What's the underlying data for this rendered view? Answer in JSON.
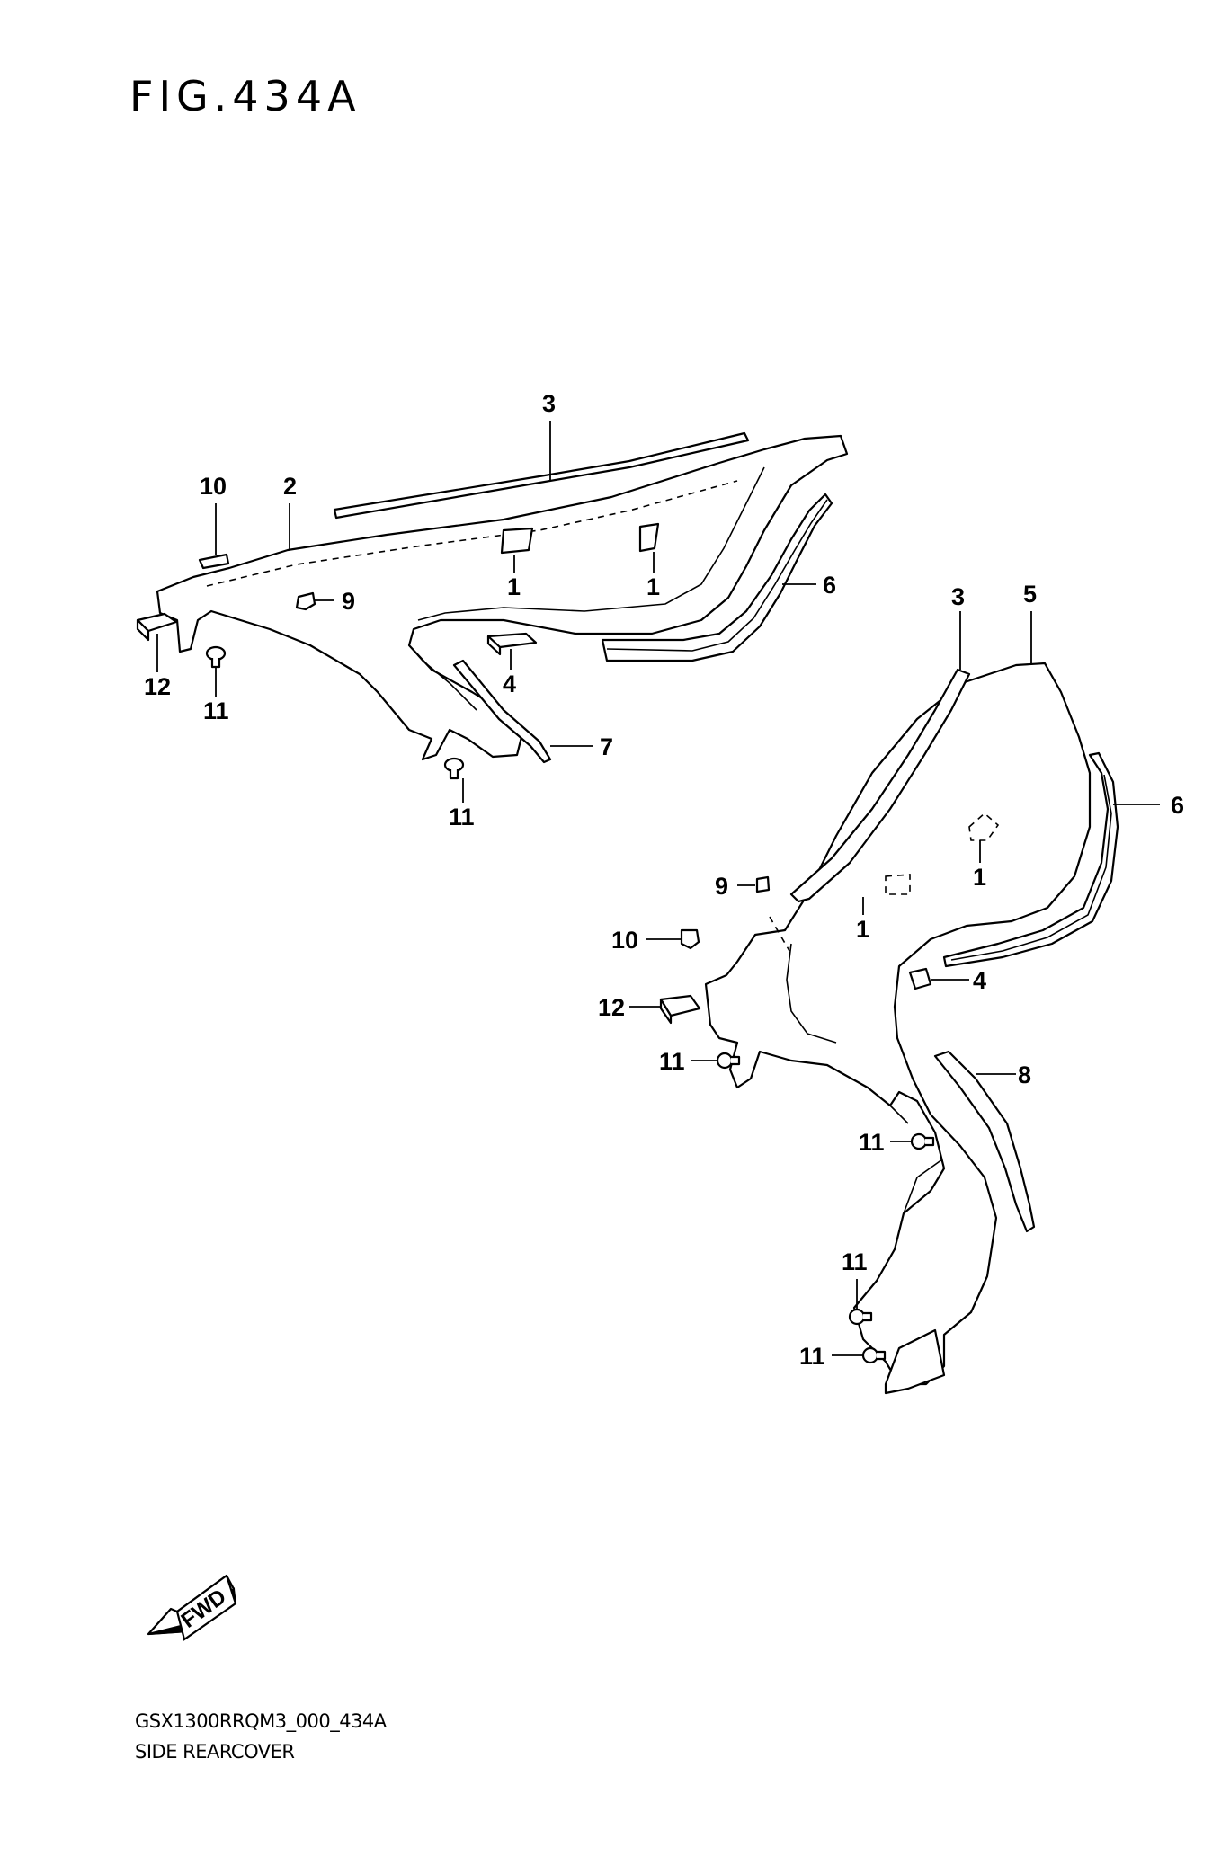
{
  "figure": {
    "title": "FIG.434A",
    "model_code": "GSX1300RRQM3_000_434A",
    "section_name": "SIDE REARCOVER"
  },
  "fwd_arrow": {
    "label": "FWD",
    "icon": "fwd-arrow-icon"
  },
  "callouts": {
    "left": {
      "c3": "3",
      "c10": "10",
      "c2": "2",
      "c9": "9",
      "c1a": "1",
      "c1b": "1",
      "c6": "6",
      "c12": "12",
      "c11a": "11",
      "c4": "4",
      "c7": "7",
      "c11b": "11"
    },
    "right": {
      "c3": "3",
      "c5": "5",
      "c6": "6",
      "c1a": "1",
      "c9": "9",
      "c1b": "1",
      "c10": "10",
      "c4": "4",
      "c12": "12",
      "c11a": "11",
      "c8": "8",
      "c11b": "11",
      "c11c": "11",
      "c11d": "11"
    }
  },
  "colors": {
    "line": "#000000",
    "background": "#ffffff"
  }
}
